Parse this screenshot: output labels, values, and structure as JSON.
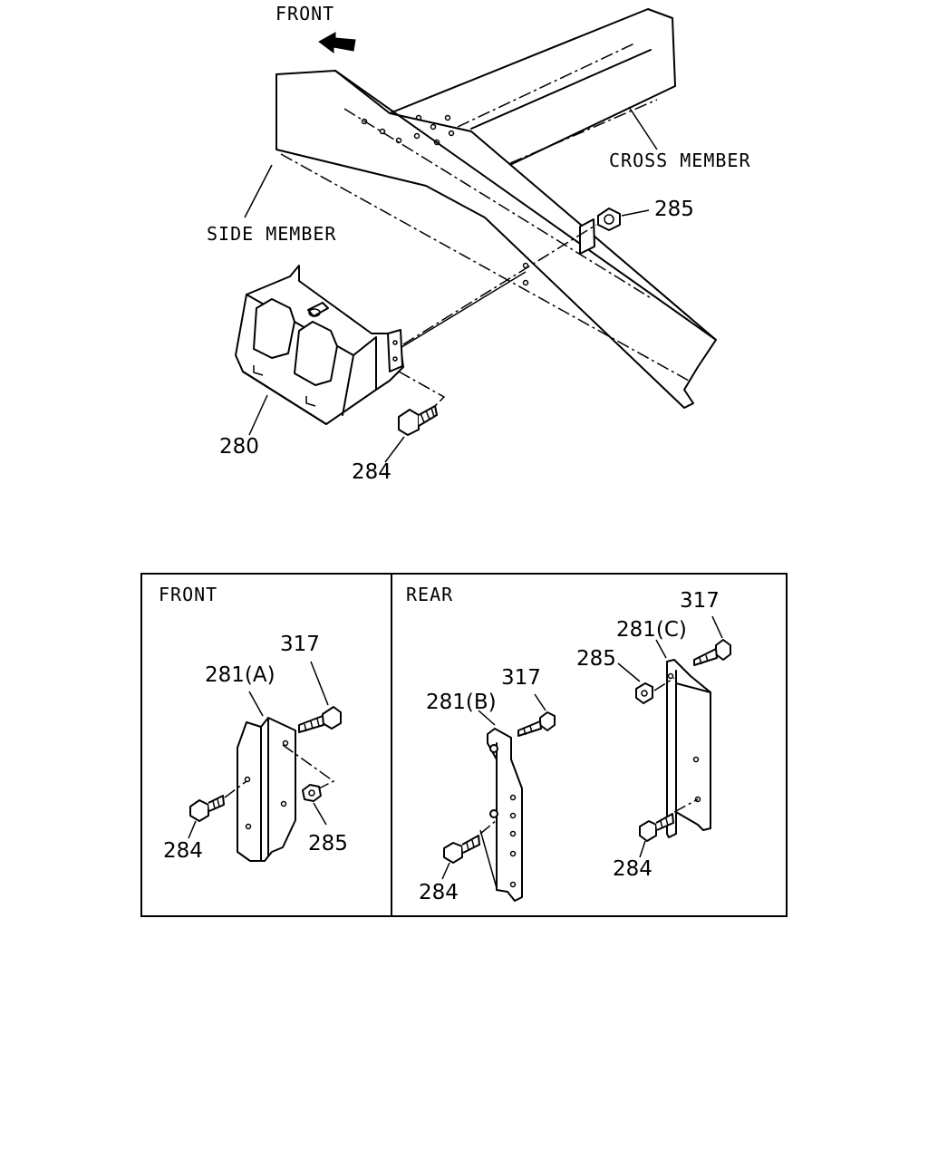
{
  "top_view": {
    "front_label": "FRONT",
    "cross_member_label": "CROSS MEMBER",
    "side_member_label": "SIDE MEMBER",
    "callouts": {
      "p280": "280",
      "p284": "284",
      "p285": "285"
    }
  },
  "detail_box": {
    "front_panel": {
      "title": "FRONT",
      "bracket": "281(A)",
      "p317": "317",
      "p284": "284",
      "p285": "285"
    },
    "rear_panel": {
      "title": "REAR",
      "bracket_b": "281(B)",
      "bracket_c": "281(C)",
      "p317_b": "317",
      "p317_c": "317",
      "p285_c": "285",
      "p284_b": "284",
      "p284_c": "284"
    }
  }
}
